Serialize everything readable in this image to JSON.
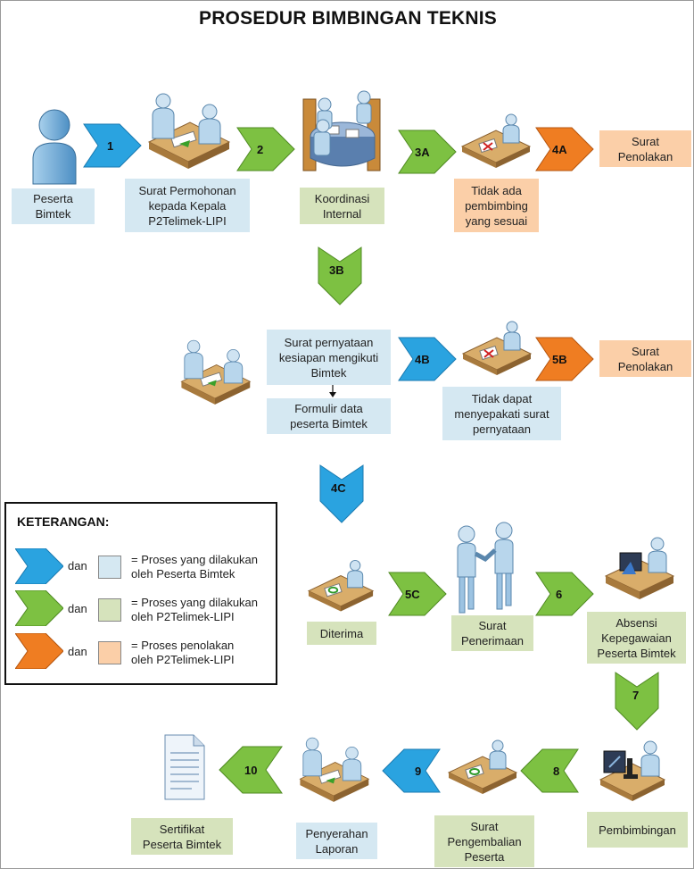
{
  "title": "PROSEDUR BIMBINGAN TEKNIS",
  "colors": {
    "blue_arrow": "#2aa3e0",
    "green_arrow": "#7dc142",
    "orange_arrow": "#ef7d22",
    "blue_box": "#d5e8f2",
    "green_box": "#d6e3bc",
    "orange_box": "#fbcfa8"
  },
  "nodes": {
    "peserta": "Peserta\nBimtek",
    "surat_permohonan": "Surat Permohonan\nkepada Kepala\nP2Telimek-LIPI",
    "koordinasi": "Koordinasi\nInternal",
    "tidak_ada": "Tidak ada\npembimbing\nyang sesuai",
    "penolakan_a": "Surat\nPenolakan",
    "surat_pernyataan": "Surat pernyataan\nkesiapan mengikuti\nBimtek",
    "formulir": "Formulir data\npeserta Bimtek",
    "tidak_dapat": "Tidak dapat\nmenyepakati surat\npernyataan",
    "penolakan_b": "Surat\nPenolakan",
    "diterima": "Diterima",
    "surat_penerimaan": "Surat\nPenerimaan",
    "absensi": "Absensi\nKepegawaian\nPeserta Bimtek",
    "pembimbingan": "Pembimbingan",
    "surat_pengembalian": "Surat\nPengembalian\nPeserta",
    "penyerahan": "Penyerahan\nLaporan",
    "sertifikat": "Sertifikat\nPeserta Bimtek"
  },
  "arrows": {
    "a1": "1",
    "a2": "2",
    "a3A": "3A",
    "a4A": "4A",
    "a3B": "3B",
    "a4B": "4B",
    "a5B": "5B",
    "a4C": "4C",
    "a5C": "5C",
    "a6": "6",
    "a7": "7",
    "a8": "8",
    "a9": "9",
    "a10": "10"
  },
  "legend": {
    "title": "KETERANGAN:",
    "dan": "dan",
    "items": [
      {
        "text": "= Proses yang dilakukan\noleh Peserta Bimtek",
        "color": "blue"
      },
      {
        "text": "= Proses yang dilakukan\noleh P2Telimek-LIPI",
        "color": "green"
      },
      {
        "text": "= Proses penolakan\noleh P2Telimek-LIPI",
        "color": "orange"
      }
    ]
  }
}
